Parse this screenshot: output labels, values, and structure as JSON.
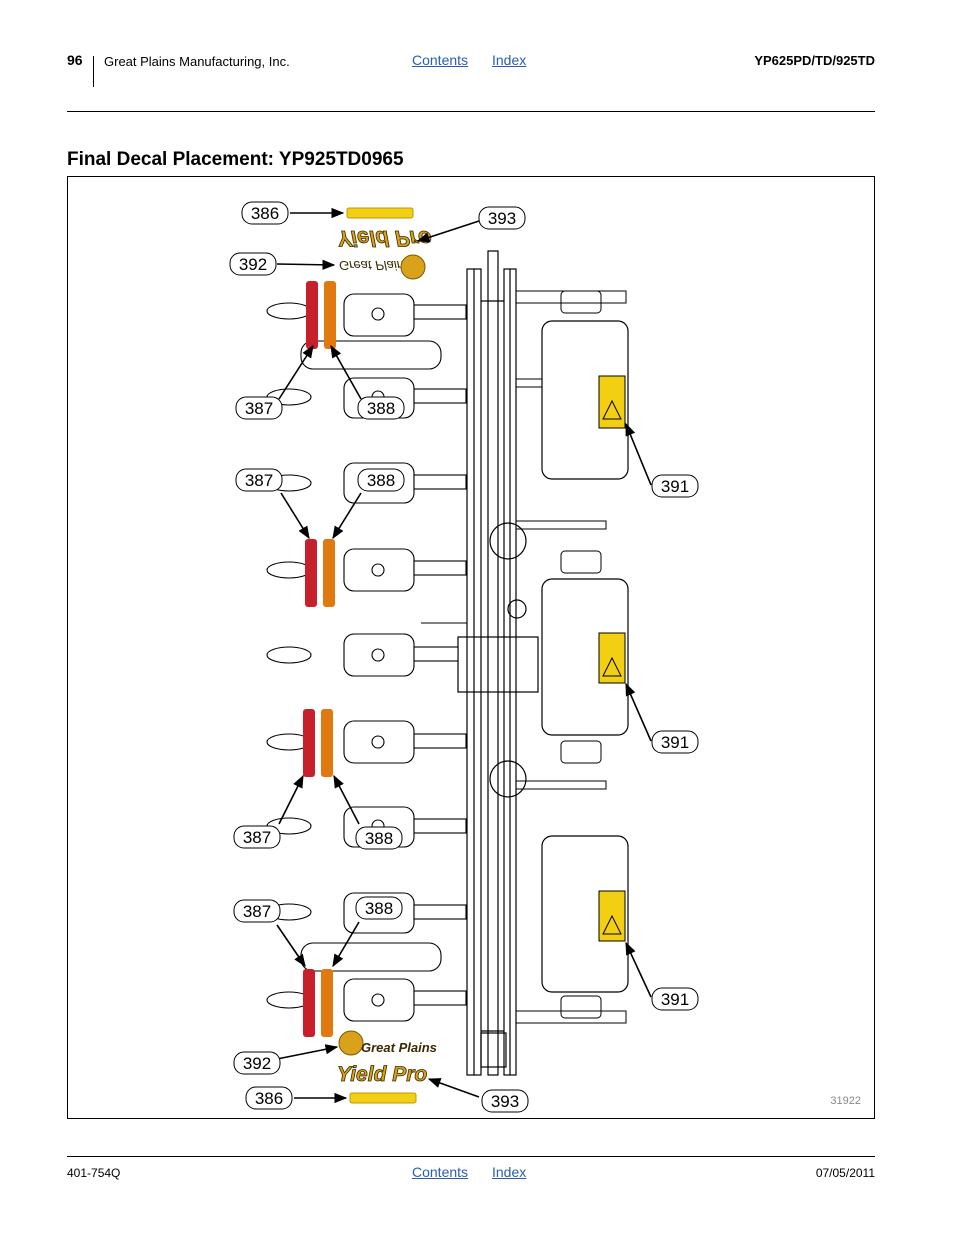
{
  "header": {
    "page_number": "96",
    "company": "Great Plains Manufacturing, Inc.",
    "contents_link": "Contents",
    "index_link": "Index",
    "model": "YP625PD/TD/925TD"
  },
  "title": "Final Decal Placement: YP925TD0965",
  "figure": {
    "callouts": {
      "c386": "386",
      "c387": "387",
      "c388": "388",
      "c391": "391",
      "c392": "392",
      "c393": "393"
    },
    "logo_text_great_plains": "Great Plains",
    "logo_text_yield_pro": "Yield Pro",
    "figure_number": "31922",
    "colors": {
      "decal_red": "#c8202a",
      "decal_orange": "#e07a10",
      "decal_yellow": "#f2cf12",
      "logo_gold": "#d9a21a",
      "line": "#000000"
    }
  },
  "footer": {
    "doc_number": "401-754Q",
    "contents_link": "Contents",
    "index_link": "Index",
    "date": "07/05/2011"
  }
}
